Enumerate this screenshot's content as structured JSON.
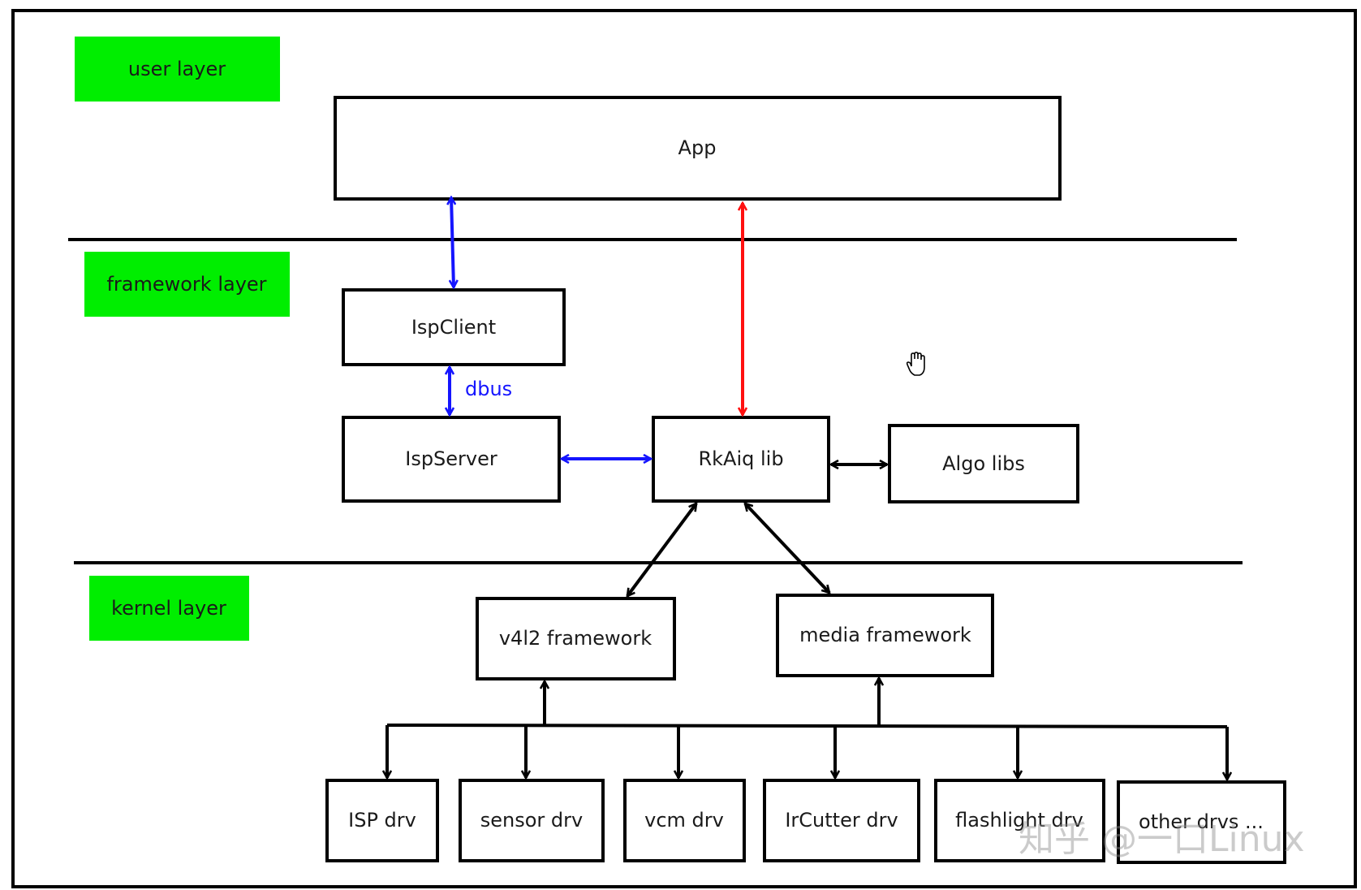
{
  "layers": {
    "user": "user layer",
    "framework": "framework layer",
    "kernel": "kernel layer"
  },
  "nodes": {
    "app": "App",
    "ispclient": "IspClient",
    "ispserver": "IspServer",
    "rkaiq": "RkAiq lib",
    "algo": "Algo libs",
    "v4l2": "v4l2 framework",
    "media": "media framework",
    "isp_drv": "ISP drv",
    "sensor_drv": "sensor drv",
    "vcm_drv": "vcm drv",
    "ircutter_drv": "IrCutter drv",
    "flashlight_drv": "flashlight drv",
    "other_drvs": "other drvs ..."
  },
  "edge_labels": {
    "dbus": "dbus"
  },
  "watermark": "知乎 @一口Linux",
  "colors": {
    "layer_fill": "#00ee00",
    "blue_arrow": "#1515ff",
    "red_arrow": "#ff1010",
    "black": "#000000"
  }
}
